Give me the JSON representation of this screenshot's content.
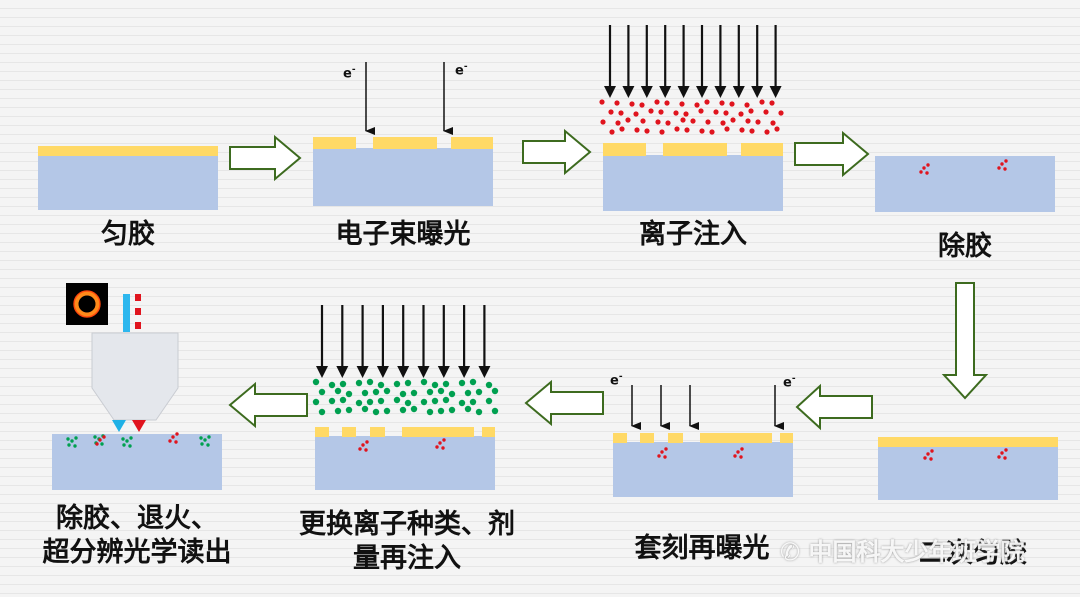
{
  "steps": {
    "s1": "匀胶",
    "s2": "电子束曝光",
    "s3": "离子注入",
    "s4": "除胶",
    "s5": "二次匀胶",
    "s6": "套刻再曝光",
    "s7_line1": "更换离子种类、剂",
    "s7_line2": "量再注入",
    "s8_line1": "除胶、退火、",
    "s8_line2": "超分辨光学读出"
  },
  "electron_label": "e",
  "electron_sup": "-",
  "watermark": "中国科大少年班学院",
  "colors": {
    "substrate": "#b4c7e7",
    "resist": "#ffd966",
    "ion_red": "#e0141e",
    "ion_green": "#00a050",
    "arrow_outline": "#3d6b1f"
  }
}
